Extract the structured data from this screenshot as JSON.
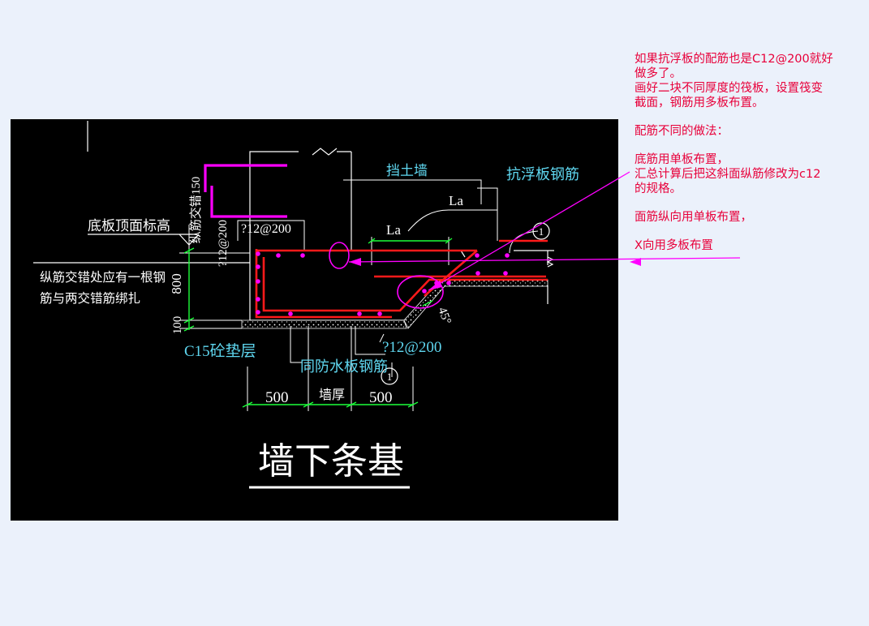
{
  "colors": {
    "background": "#ebf1fb",
    "canvas": "#000000",
    "note_red": "#e8003a",
    "rebar_red": "#ff2020",
    "magenta": "#ff00ff",
    "cyan": "#5fd7f0",
    "white": "#ffffff",
    "green": "#00ff00"
  },
  "diagram": {
    "title": "墙下条基",
    "labels": {
      "lap_150": "纵筋交错150",
      "slab_top_elev": "底板顶面标高",
      "lap_note_line1": "纵筋交错处应有一根钢",
      "lap_note_line2": "筋与两交错筋绑扎",
      "rebar_left_top": "?12@200",
      "rebar_left_side": "?12@200",
      "dim_800": "800",
      "dim_100": "100",
      "c15_cushion": "C15砼垫层",
      "retaining_wall": "挡土墙",
      "anti_float_rebar": "抗浮板钢筋",
      "la_1": "La",
      "la_2": "La",
      "bottom_rebar": "?12@200",
      "waterproof_rebar": "同防水板钢筋",
      "angle": "45°",
      "dim_500_left": "500",
      "wall_thickness": "墙厚",
      "dim_500_right": "500",
      "marker_1a": "1",
      "marker_1b": "1"
    }
  },
  "annotation": {
    "line1": "如果抗浮板的配筋也是C12@200就好",
    "line2": "做多了。",
    "line3": "画好二块不同厚度的筏板，设置筏变",
    "line4": "截面，钢筋用多板布置。",
    "line5": "配筋不同的做法：",
    "line6": "底筋用单板布置，",
    "line7": "汇总计算后把这斜面纵筋修改为c12",
    "line8": "的规格。",
    "line9": "面筋纵向用单板布置，",
    "line10": "X向用多板布置"
  }
}
